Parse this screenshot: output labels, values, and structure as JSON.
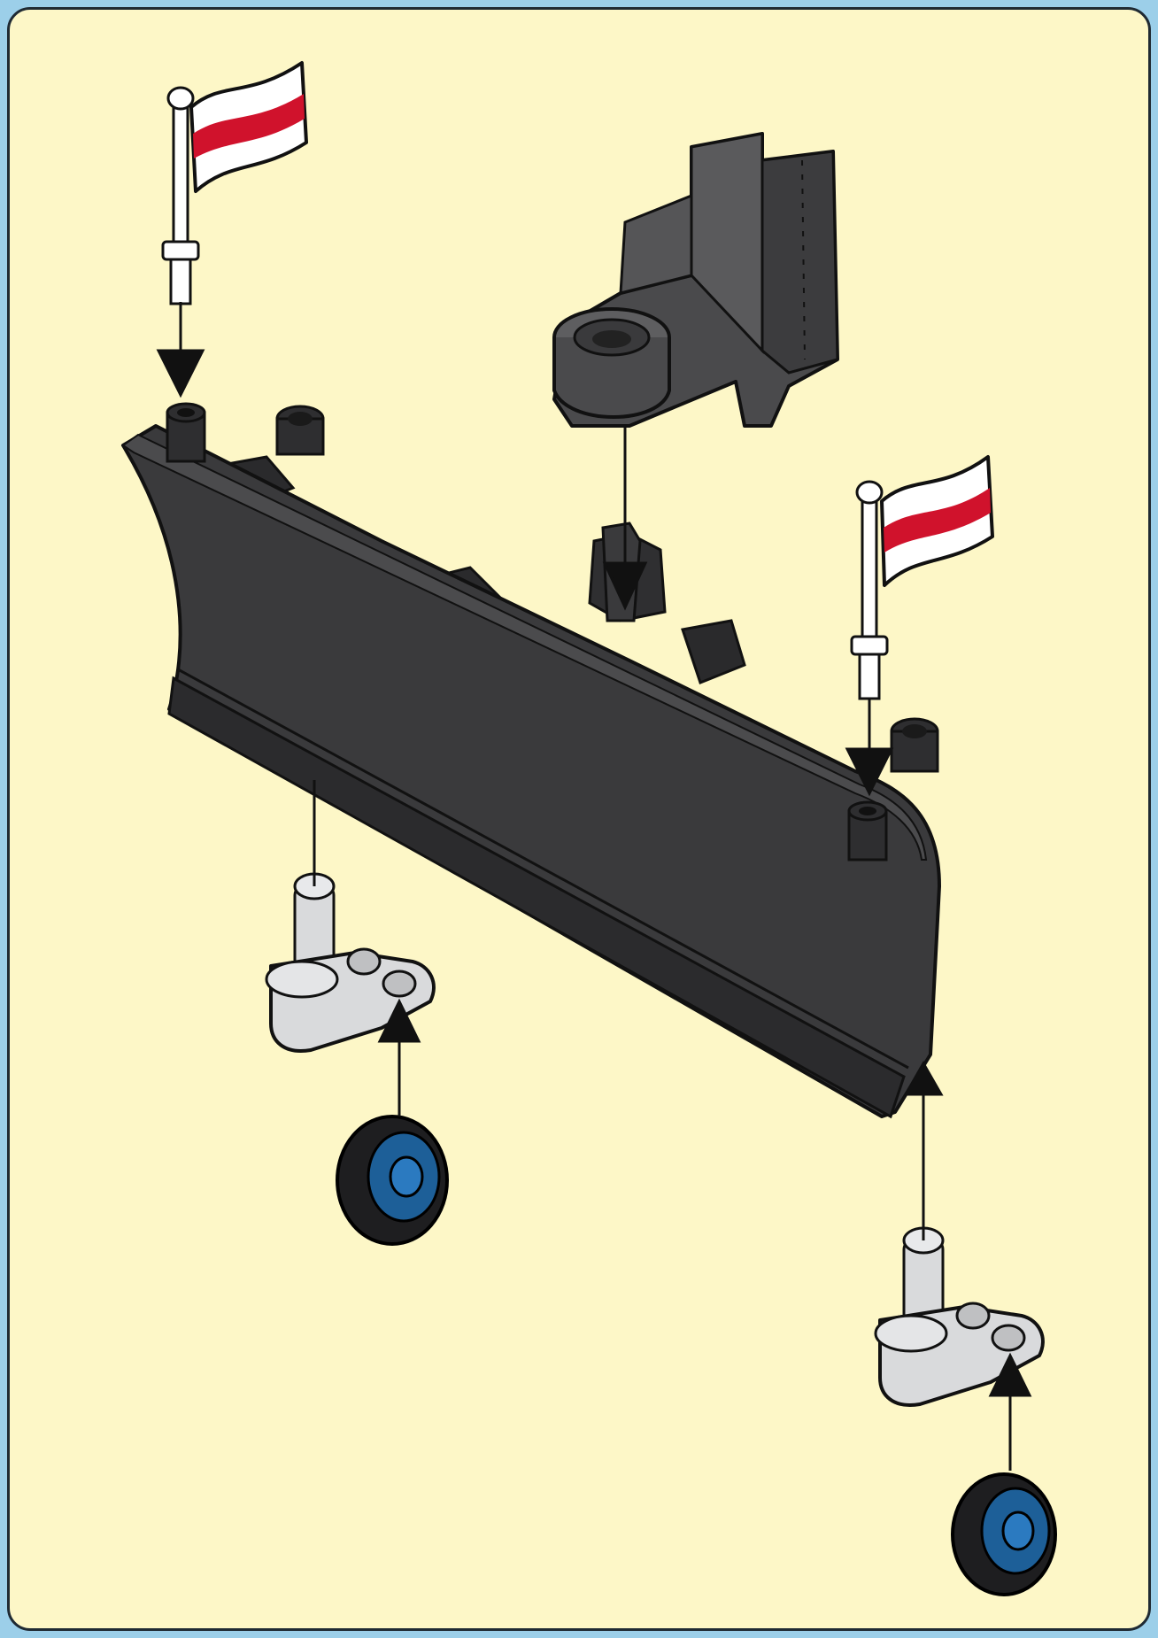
{
  "diagram": {
    "kind": "assembly-instruction",
    "colors": {
      "page_border": "#9ccfe9",
      "panel_background": "#fdf7c7",
      "blade": "#3a3a3c",
      "blade_dark": "#222224",
      "support_bracket": "#4a4a4c",
      "flag_white": "#ffffff",
      "flag_stripe": "#d0122c",
      "light_grey_part": "#d9dadc",
      "tire": "#1e1e20",
      "hub": "#1d5f98",
      "arrow": "#111111"
    },
    "parts": [
      {
        "id": "flag-left",
        "name": "flag-on-pole"
      },
      {
        "id": "flag-right",
        "name": "flag-on-pole"
      },
      {
        "id": "support-bracket",
        "name": "plow-mount-bracket"
      },
      {
        "id": "plow-blade",
        "name": "plow-blade"
      },
      {
        "id": "wheel-holder-left",
        "name": "wheel-holder-arm"
      },
      {
        "id": "wheel-holder-right",
        "name": "wheel-holder-arm"
      },
      {
        "id": "wheel-left",
        "name": "wheel"
      },
      {
        "id": "wheel-right",
        "name": "wheel"
      }
    ],
    "arrows": 6
  }
}
